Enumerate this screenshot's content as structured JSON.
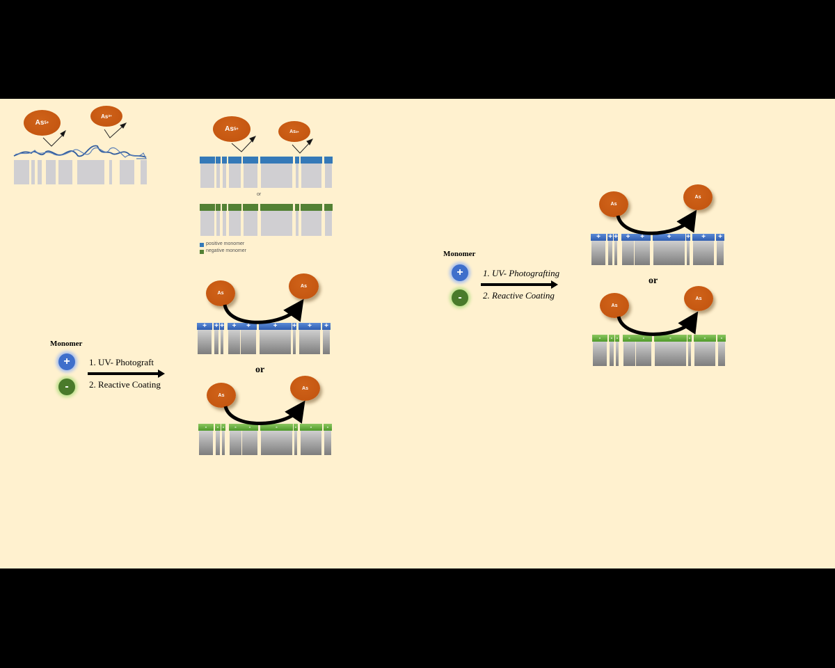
{
  "colors": {
    "background": "#fff1cf",
    "letterbox": "#000000",
    "arsenic_ion": "#c55711",
    "positive_monomer": "#3479b8",
    "negative_monomer": "#538134",
    "membrane_pore": "#d0cfd2",
    "polymer_chain": "#2f5b9e"
  },
  "panel1": {
    "ion_left": "As",
    "ion_left_charge": "5+",
    "ion_right": "As",
    "ion_right_charge": "3+"
  },
  "panel2": {
    "ion_left": "As",
    "ion_left_charge": "5+",
    "ion_right": "As",
    "ion_right_charge": "3+",
    "or_label": "or",
    "legend": [
      {
        "label": "positive monomer",
        "color": "#3479b8"
      },
      {
        "label": "negative monomer",
        "color": "#538134"
      }
    ]
  },
  "process_left": {
    "monomer_title": "Monomer",
    "positive_symbol": "+",
    "negative_symbol": "-",
    "step1": "1. UV- Photograft",
    "step2": "2. Reactive Coating"
  },
  "panel3": {
    "ion_label": "As",
    "or_label": "or",
    "positive_symbol": "+",
    "negative_symbol": "-"
  },
  "process_right": {
    "monomer_title": "Monomer",
    "positive_symbol": "+",
    "negative_symbol": "-",
    "step1": "1. UV- Photografting",
    "step2": "2. Reactive Coating"
  },
  "panel4": {
    "ion_label": "As",
    "or_label": "or",
    "positive_symbol": "+",
    "negative_symbol": "-"
  }
}
